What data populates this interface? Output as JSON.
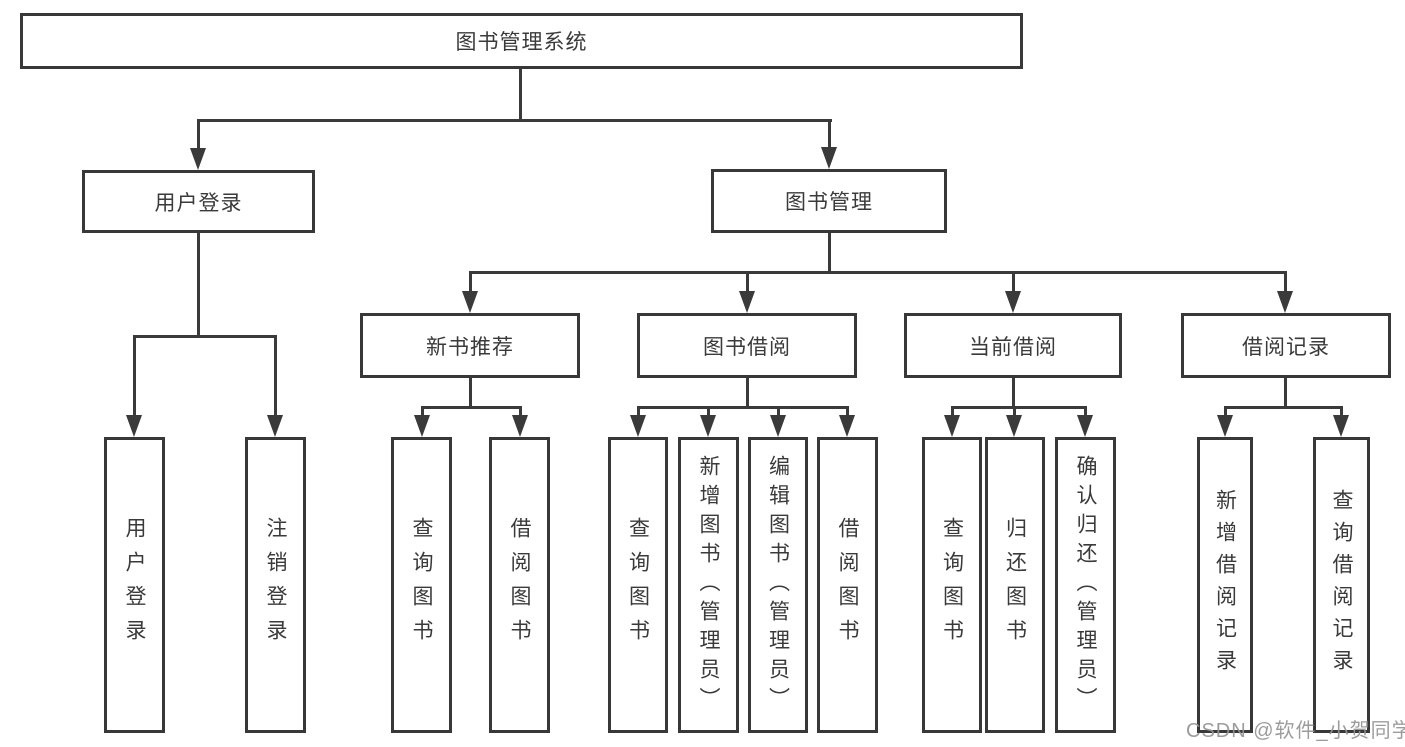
{
  "diagram": {
    "title_node": "图书管理系统",
    "root": {
      "label": "图书管理系统"
    },
    "branches": [
      {
        "label": "用户登录",
        "children": [
          {
            "label": "用户登录"
          },
          {
            "label": "注销登录"
          }
        ]
      },
      {
        "label": "图书管理",
        "children": [
          {
            "label": "新书推荐",
            "children": [
              {
                "label": "查询图书"
              },
              {
                "label": "借阅图书"
              }
            ]
          },
          {
            "label": "图书借阅",
            "children": [
              {
                "label": "查询图书"
              },
              {
                "label": "新增图书（管理员）"
              },
              {
                "label": "编辑图书（管理员）"
              },
              {
                "label": "借阅图书"
              }
            ]
          },
          {
            "label": "当前借阅",
            "children": [
              {
                "label": "查询图书"
              },
              {
                "label": "归还图书"
              },
              {
                "label": "确认归还（管理员）"
              }
            ]
          },
          {
            "label": "借阅记录",
            "children": [
              {
                "label": "新增借阅记录"
              },
              {
                "label": "查询借阅记录"
              }
            ]
          }
        ]
      }
    ]
  },
  "watermark": {
    "text": "CSDN @软件_小贺同学"
  },
  "colors": {
    "line": "#3a3a3a",
    "border": "#383838",
    "text": "#3a3a3a",
    "box_fill": "#ffffff",
    "background": "#ffffff",
    "watermark": "#949494"
  }
}
